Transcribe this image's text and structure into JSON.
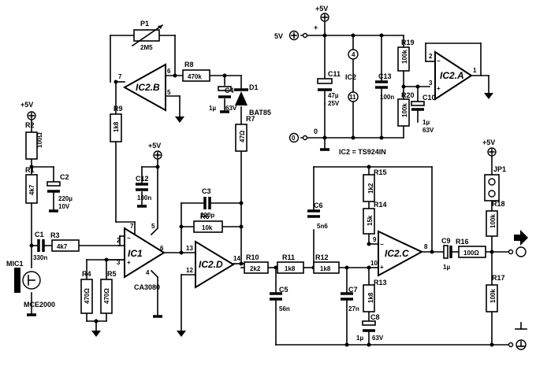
{
  "supply": {
    "v5": "+5V",
    "v5_input": "5V",
    "zero": "0",
    "plus": "+",
    "zero_pin": "0"
  },
  "ics": {
    "ic1": "IC1",
    "ic1_part": "CA3080",
    "ic2a": "IC2.A",
    "ic2b": "IC2.B",
    "ic2c": "IC2.C",
    "ic2d": "IC2.D",
    "ic2": "IC2",
    "ic2_note": "IC2 = TS924IN"
  },
  "mic": {
    "ref": "MIC1",
    "part": "MCE2000"
  },
  "jumper": "JP1",
  "diode": {
    "ref": "D1",
    "part": "BAT85"
  },
  "components": {
    "p1": "P1",
    "p1_val": "2M5",
    "r1": "R1",
    "r1_val": "4k7",
    "r2": "R2",
    "r2_val": "100Ω",
    "r3": "R3",
    "r3_val": "4k7",
    "r4": "R4",
    "r4_val": "470Ω",
    "r5": "R5",
    "r5_val": "470Ω",
    "r6": "R6",
    "r6_val": "10k",
    "r7": "R7",
    "r7_val": "47Ω",
    "r8": "R8",
    "r8_val": "470k",
    "r9": "R9",
    "r9_val": "1k8",
    "r10": "R10",
    "r10_val": "2k2",
    "r11": "R11",
    "r11_val": "1k8",
    "r12": "R12",
    "r12_val": "1k8",
    "r13": "R13",
    "r13_val": "1k8",
    "r14": "R14",
    "r14_val": "15k",
    "r15": "R15",
    "r15_val": "1k2",
    "r16": "R16",
    "r16_val": "100Ω",
    "r17": "R17",
    "r17_val": "100k",
    "r18": "R18",
    "r18_val": "100k",
    "r19": "R19",
    "r19_val": "100k",
    "r20": "R20",
    "r20_val": "100k",
    "c1": "C1",
    "c1_val": "330n",
    "c2": "C2",
    "c2_val1": "220µ",
    "c2_val2": "10V",
    "c3": "C3",
    "c3_val": "220p",
    "c4": "C4",
    "c4_val1": "1µ",
    "c4_val2": "63V",
    "c5": "C5",
    "c5_val": "56n",
    "c6": "C6",
    "c6_val": "5n6",
    "c7": "C7",
    "c7_val": "27n",
    "c8": "C8",
    "c8_val1": "1µ",
    "c8_val2": "63V",
    "c9": "C9",
    "c9_val": "1µ",
    "c10": "C10",
    "c10_val1": "1µ",
    "c10_val2": "63V",
    "c11": "C11",
    "c11_val1": "47µ",
    "c11_val2": "25V",
    "c12": "C12",
    "c12_val": "100n",
    "c13": "C13",
    "c13_val": "100n"
  },
  "pins": {
    "p1": "1",
    "p2": "2",
    "p3": "3",
    "p4": "4",
    "p5": "5",
    "p6": "6",
    "p7": "7",
    "p8": "8",
    "p9": "9",
    "p10": "10",
    "p11": "11",
    "p12": "12",
    "p13": "13",
    "p14": "14",
    "plus": "+",
    "minus": "−"
  }
}
